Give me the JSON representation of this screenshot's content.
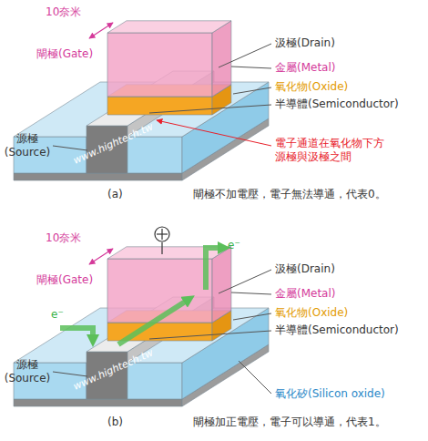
{
  "diagram": {
    "labels": [
      "10奈米",
      "閘極(Gate)",
      "汲極(Drain)",
      "金屬(Metal)",
      "氧化物(Oxide)",
      "半導體(Semiconductor)",
      "源極 (Source)",
      "電子通道在氧化物下方 源極與汲極之間",
      "www.hightech.tw",
      "(a)",
      "閘極不加電壓，電子無法導通，代表0。",
      "10奈米",
      "閘極(Gate)",
      "e⁻",
      "汲極(Drain)",
      "e⁻",
      "金屬(Metal)",
      "氧化物(Oxide)",
      "半導體(Semiconductor)",
      "源極 (Source)",
      "氧化矽(Silicon oxide)",
      "www.hightech.tw",
      "(b)",
      "閘極加正電壓，電子可以導通，代表1。"
    ]
  }
}
